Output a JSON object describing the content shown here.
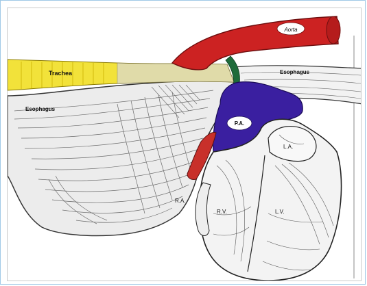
{
  "diagram": {
    "labels": {
      "aorta": "Aorta",
      "trachea": "Trachea",
      "esophagus_right": "Esophagus",
      "esophagus_left": "Esophagus",
      "pa": "P.A.",
      "la": "L.A.",
      "ra": "R.A.",
      "rv": "R.V.",
      "lv": "L.V."
    },
    "colors": {
      "aorta": "#cc2222",
      "trachea": "#f2e23a",
      "pulmonary_artery": "#3a1fa0",
      "ductus": "#1e6b3a",
      "right_atrium_red": "#c8302a"
    }
  }
}
